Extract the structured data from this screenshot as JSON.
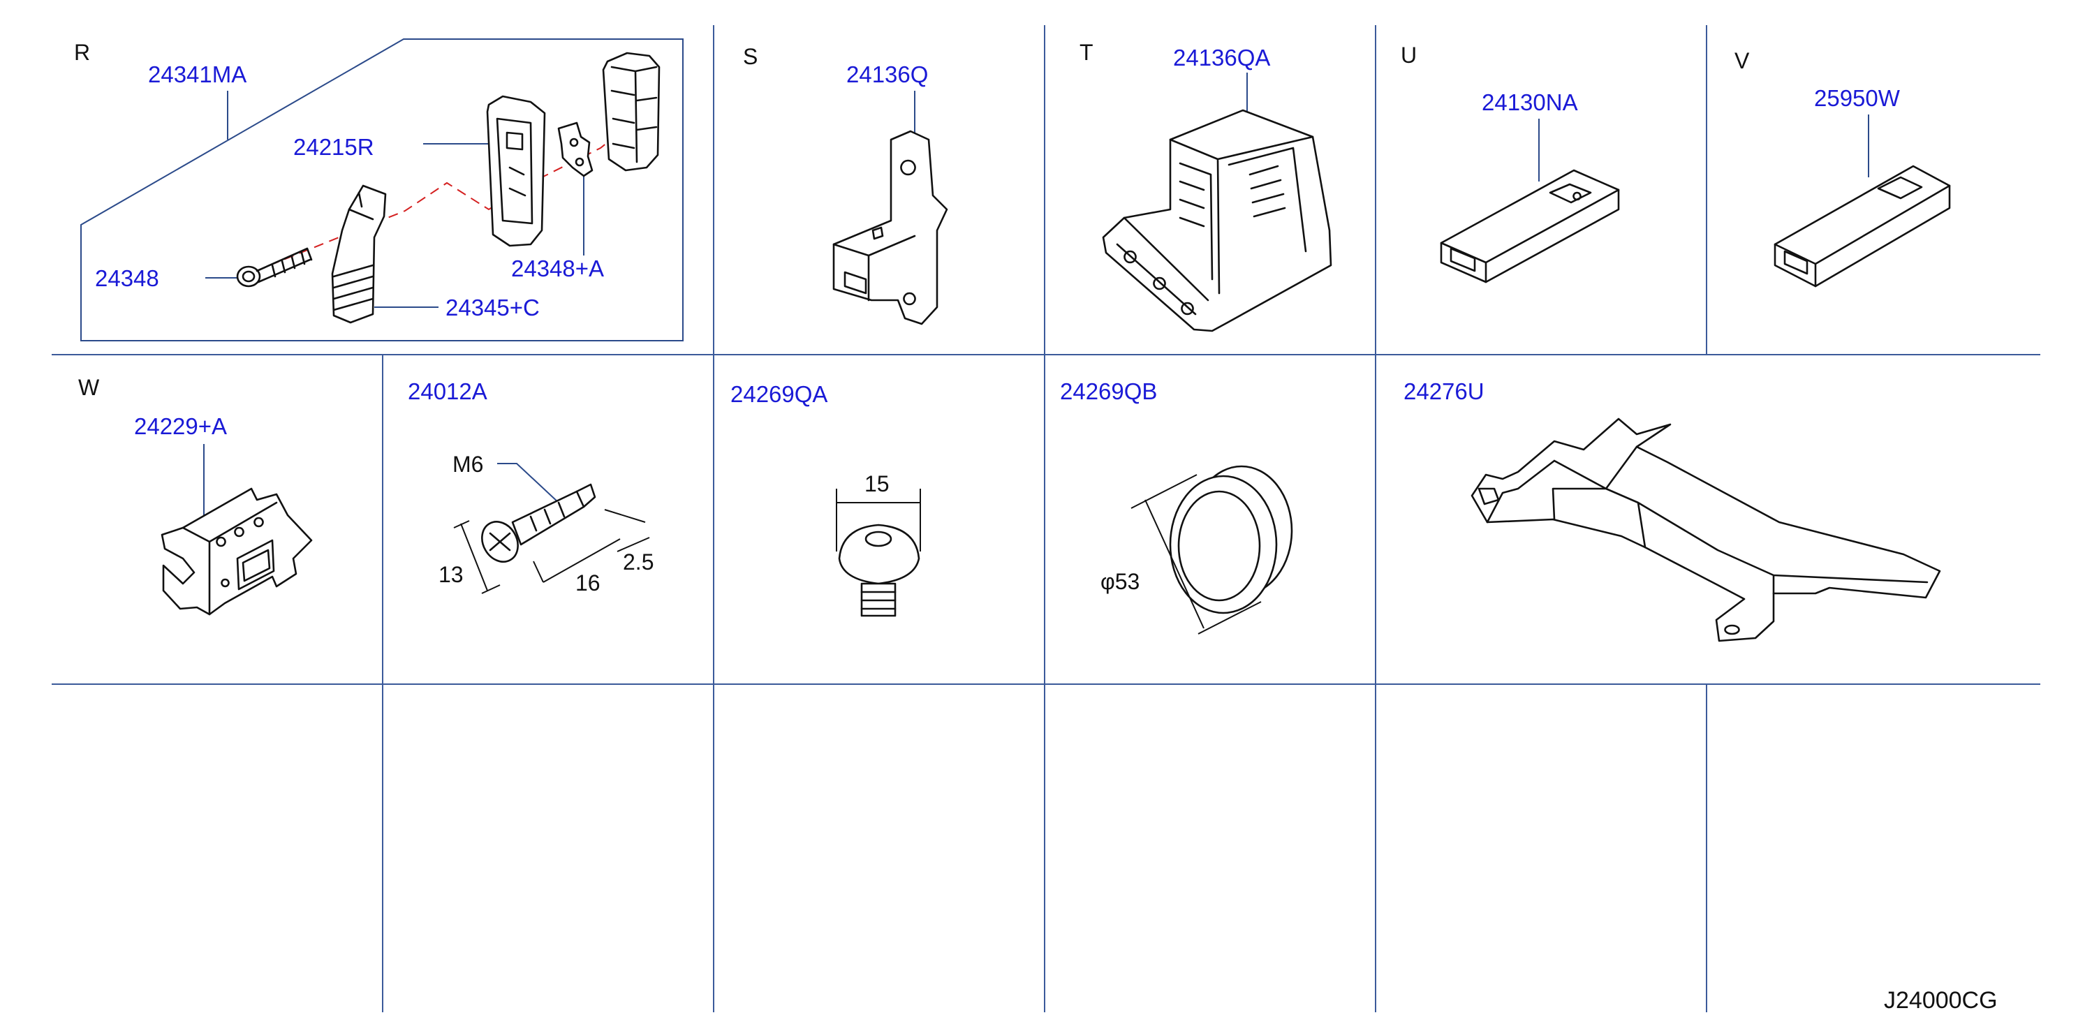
{
  "sections": {
    "R": {
      "letter": "R",
      "parts": [
        "24341MA",
        "24215R",
        "24348",
        "24348+A",
        "24345+C"
      ]
    },
    "S": {
      "letter": "S",
      "parts": [
        "24136Q"
      ]
    },
    "T": {
      "letter": "T",
      "parts": [
        "24136QA"
      ]
    },
    "U": {
      "letter": "U",
      "parts": [
        "24130NA"
      ]
    },
    "V": {
      "letter": "V",
      "parts": [
        "25950W"
      ]
    },
    "W": {
      "letter": "W",
      "parts": [
        "24229+A"
      ]
    },
    "C2": {
      "parts": [
        "24012A"
      ],
      "dims": [
        "M6",
        "13",
        "16",
        "2.5"
      ]
    },
    "C3": {
      "parts": [
        "24269QA"
      ],
      "dims": [
        "15"
      ]
    },
    "C4": {
      "parts": [
        "24269QB"
      ],
      "dims": [
        "φ53"
      ]
    },
    "C5": {
      "parts": [
        "24276U"
      ]
    }
  },
  "diagram_code": "J24000CG",
  "colors": {
    "part_label": "#1a1ad6",
    "grid": "#3b5a9a",
    "leader": "#2b4a8a",
    "dashed_path": "#d42020"
  }
}
